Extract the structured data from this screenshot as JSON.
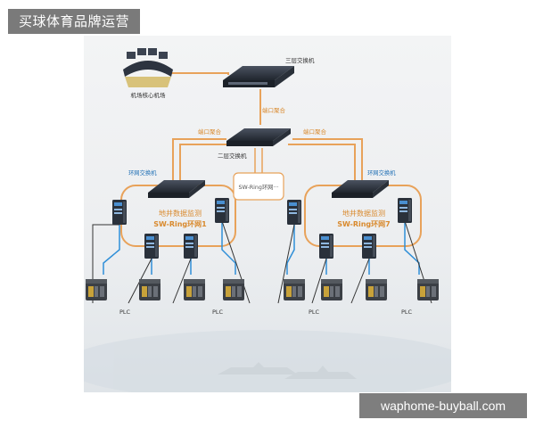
{
  "banner": {
    "text": "买球体育品牌运营"
  },
  "watermark": {
    "text": "waphome-buyball.com"
  },
  "diagram": {
    "core_room_label": "机场核心机场",
    "l3_switch_label": "三层交换机",
    "port_aggregation_top": "端口聚合",
    "port_aggregation_left": "端口聚合",
    "port_aggregation_right": "端口聚合",
    "l2_switch_label": "二层交换机",
    "ring_middle_label": "SW-Ring环网···",
    "ring_switch_left": "环网交换机",
    "ring_switch_right": "环网交换机",
    "ring1_title": "地井数据监测",
    "ring1_name": "SW-Ring环网1",
    "ring7_title": "地井数据监测",
    "ring7_name": "SW-Ring环网7",
    "plc_labels": [
      "PLC",
      "PLC",
      "PLC",
      "PLC"
    ]
  },
  "colors": {
    "orange_link": "#e8a25a",
    "blue_link": "#2f8fd8",
    "black_link": "#333333",
    "orange_text": "#d98a2e",
    "blue_text": "#1f6fb5",
    "device_dark": "#2d3440"
  }
}
